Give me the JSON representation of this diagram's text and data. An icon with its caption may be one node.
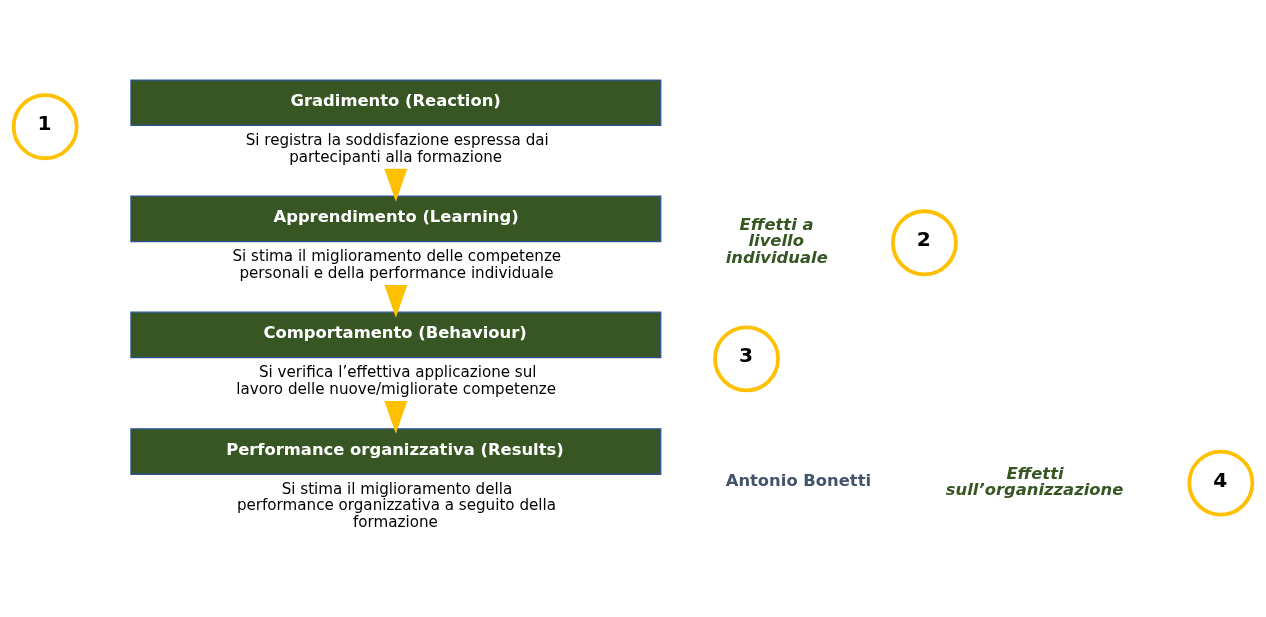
{
  "diagram": {
    "nodes": [
      {
        "text": [
          "1"
        ]
      },
      {
        "text": [
          "Gradimento (Reaction)"
        ],
        "beside": [
          "Si registra la soddisfazione espressa dai partecipanti alla formazione"
        ]
      },
      {
        "text": [
          "2"
        ]
      },
      {
        "text": [
          "Apprendimento (Learning)"
        ],
        "beside": [
          "Si stima il miglioramento delle competenze personali e della performance individuale"
        ]
      },
      {
        "text": [
          "3"
        ]
      },
      {
        "text": [
          "Comportamento (Behaviour)"
        ],
        "beside": [
          "Si verifica l’effettiva applicazione sul lavoro delle nuove/migliorate competenze"
        ]
      },
      {
        "text": [
          "4"
        ]
      },
      {
        "text": [
          "Performance organizzativa (Results)"
        ],
        "beside": [
          "Si stima il miglioramento della performance organizzativa a seguito della formazione"
        ]
      }
    ],
    "edges": [
      {
        "from": 1,
        "to": 3,
        "arrow": "to"
      },
      {
        "from": 3,
        "to": 5,
        "arrow": "to"
      },
      {
        "from": 5,
        "to": 7,
        "arrow": "to"
      }
    ],
    "labels": [
      "Effetti a livello individuale",
      "Effetti sull’organizzazione",
      "Antonio Bonetti"
    ]
  }
}
